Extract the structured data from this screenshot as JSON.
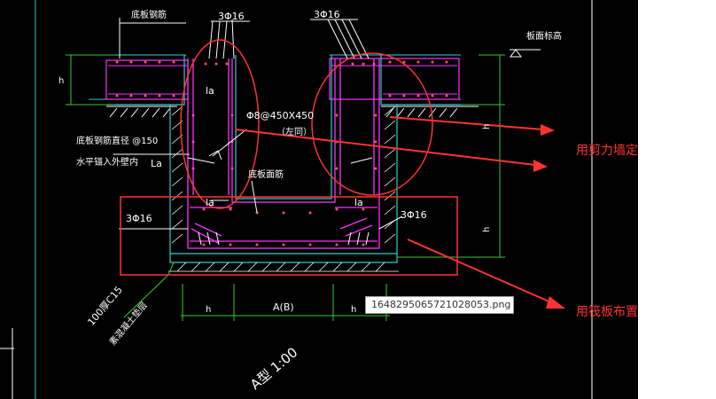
{
  "labels": {
    "rebar_top_left": "3Φ16",
    "rebar_top_right": "3Φ16",
    "bottom_plate_rebar": "底板钢筋",
    "slab_top_elev": "板面标高",
    "h_left": "h",
    "la_left": "la",
    "stirrup_spec": "Φ8@450X450",
    "stirrup_same": "（左同）",
    "bottom_plate_rebar_dia": "底板钢筋直径  @150",
    "horizontal_anchor": "水平锚入外壁内",
    "la_anchor": "La",
    "bottom_face_rebar": "底板面筋",
    "ld_left": "la",
    "ld_right": "la",
    "rebar_bottom_left": "3Φ16",
    "rebar_bottom_right": "3Φ16",
    "h_right_mid": "h",
    "h_right_top": "h",
    "dim_h_left": "h",
    "dim_center": "A(B)",
    "dim_h_right": "h",
    "cushion_1": "100厚C15",
    "cushion_2": "素混凝土垫层",
    "type_title": "A型   1:00"
  },
  "annotations": {
    "shear_wall": "用剪力墙定",
    "raft_layout": "用筏板布置"
  },
  "tooltip": "1648295065721028053.png",
  "colors": {
    "background": "#000000",
    "annotation_red": "#ff3333",
    "rebar_magenta": "#ff33ff",
    "wall_cyan": "#33cccc",
    "dim_green": "#33cc33",
    "text_white": "#ffffff"
  }
}
